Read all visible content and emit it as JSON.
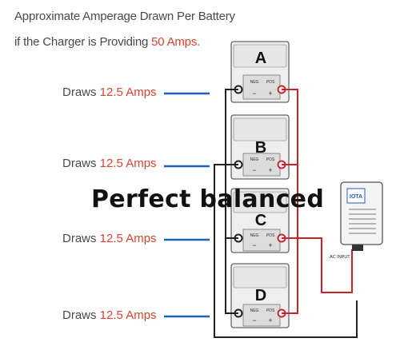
{
  "title": {
    "line1": "Approximate Amperage Drawn Per Battery",
    "line2_prefix": "if the Charger is Providing ",
    "line2_amps": "50 Amps."
  },
  "batteries": [
    {
      "letter": "A",
      "neg_label": "NEG",
      "pos_label": "POS",
      "draw_prefix": "Draws ",
      "draw_value": "12.5 Amps"
    },
    {
      "letter": "B",
      "neg_label": "NEG",
      "pos_label": "POS",
      "draw_prefix": "Draws ",
      "draw_value": "12.5 Amps"
    },
    {
      "letter": "C",
      "neg_label": "NEG",
      "pos_label": "POS",
      "draw_prefix": "Draws ",
      "draw_value": "12.5 Amps"
    },
    {
      "letter": "D",
      "neg_label": "NEG",
      "pos_label": "POS",
      "draw_prefix": "Draws ",
      "draw_value": "12.5 Amps"
    }
  ],
  "charger": {
    "logo_text": "IOTA",
    "ac_input_label": "AC INPUT"
  },
  "overlay_text": "Perfect balanced",
  "colors": {
    "positive_wire": "#c8242a",
    "negative_wire": "#222222",
    "label_blue": "#1f5fb4",
    "amps_red": "#d6452f",
    "battery_fill": "#eeeeee"
  }
}
